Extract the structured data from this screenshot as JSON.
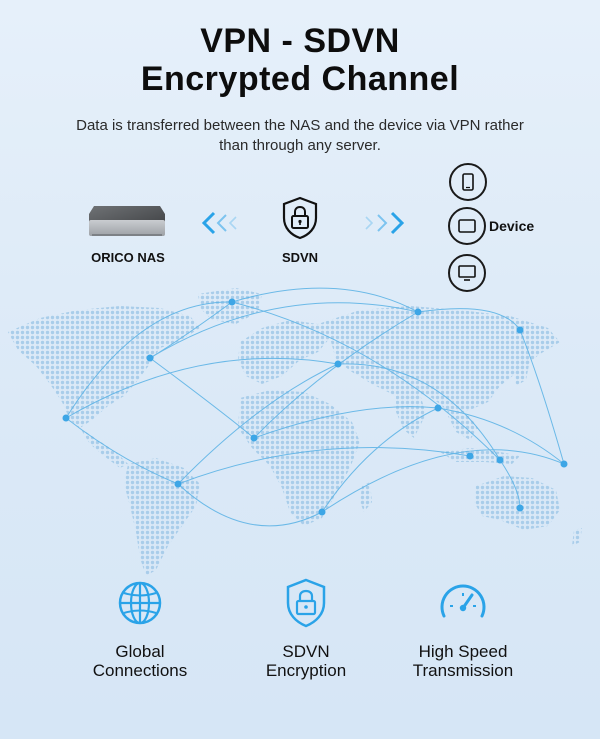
{
  "header": {
    "title_line1": "VPN - SDVN",
    "title_line2": "Encrypted Channel",
    "subtitle": "Data is transferred between the NAS and the device via VPN rather than through any server."
  },
  "diagram": {
    "nas_label": "ORICO NAS",
    "sdvn_label": "SDVN",
    "device_label": "Device",
    "devices": [
      "phone-icon",
      "tablet-icon",
      "monitor-icon"
    ],
    "accent_color": "#2aa3e8"
  },
  "features": [
    {
      "icon": "globe-icon",
      "label": "Global\nConnections"
    },
    {
      "icon": "lock-shield-icon",
      "label": "SDVN\nEncryption"
    },
    {
      "icon": "speedometer-icon",
      "label": "High Speed\nTransmission"
    }
  ]
}
